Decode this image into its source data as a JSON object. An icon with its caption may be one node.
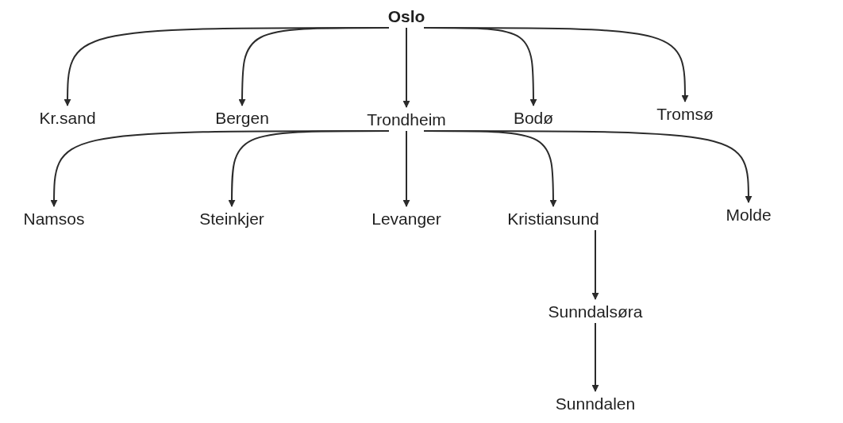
{
  "diagram": {
    "nodes": [
      {
        "text": [
          "Oslo"
        ]
      },
      {
        "text": [
          "Kr.sand"
        ]
      },
      {
        "text": [
          "Bergen"
        ]
      },
      {
        "text": [
          "Trondheim"
        ]
      },
      {
        "text": [
          "Bodø"
        ]
      },
      {
        "text": [
          "Tromsø"
        ]
      },
      {
        "text": [
          "Namsos"
        ]
      },
      {
        "text": [
          "Steinkjer"
        ]
      },
      {
        "text": [
          "Levanger"
        ]
      },
      {
        "text": [
          "Kristiansund"
        ]
      },
      {
        "text": [
          "Molde"
        ]
      },
      {
        "text": [
          "Sunndalsøra"
        ]
      },
      {
        "text": [
          "Sunndalen"
        ]
      }
    ],
    "edges": [
      {
        "from": 0,
        "to": 1,
        "arrow": "to"
      },
      {
        "from": 0,
        "to": 2,
        "arrow": "to"
      },
      {
        "from": 0,
        "to": 3,
        "arrow": "to"
      },
      {
        "from": 0,
        "to": 4,
        "arrow": "to"
      },
      {
        "from": 0,
        "to": 5,
        "arrow": "to"
      },
      {
        "from": 3,
        "to": 6,
        "arrow": "to"
      },
      {
        "from": 3,
        "to": 7,
        "arrow": "to"
      },
      {
        "from": 3,
        "to": 8,
        "arrow": "to"
      },
      {
        "from": 3,
        "to": 9,
        "arrow": "to"
      },
      {
        "from": 3,
        "to": 10,
        "arrow": "to"
      },
      {
        "from": 9,
        "to": 11,
        "arrow": "to"
      },
      {
        "from": 11,
        "to": 12,
        "arrow": "to"
      }
    ]
  }
}
